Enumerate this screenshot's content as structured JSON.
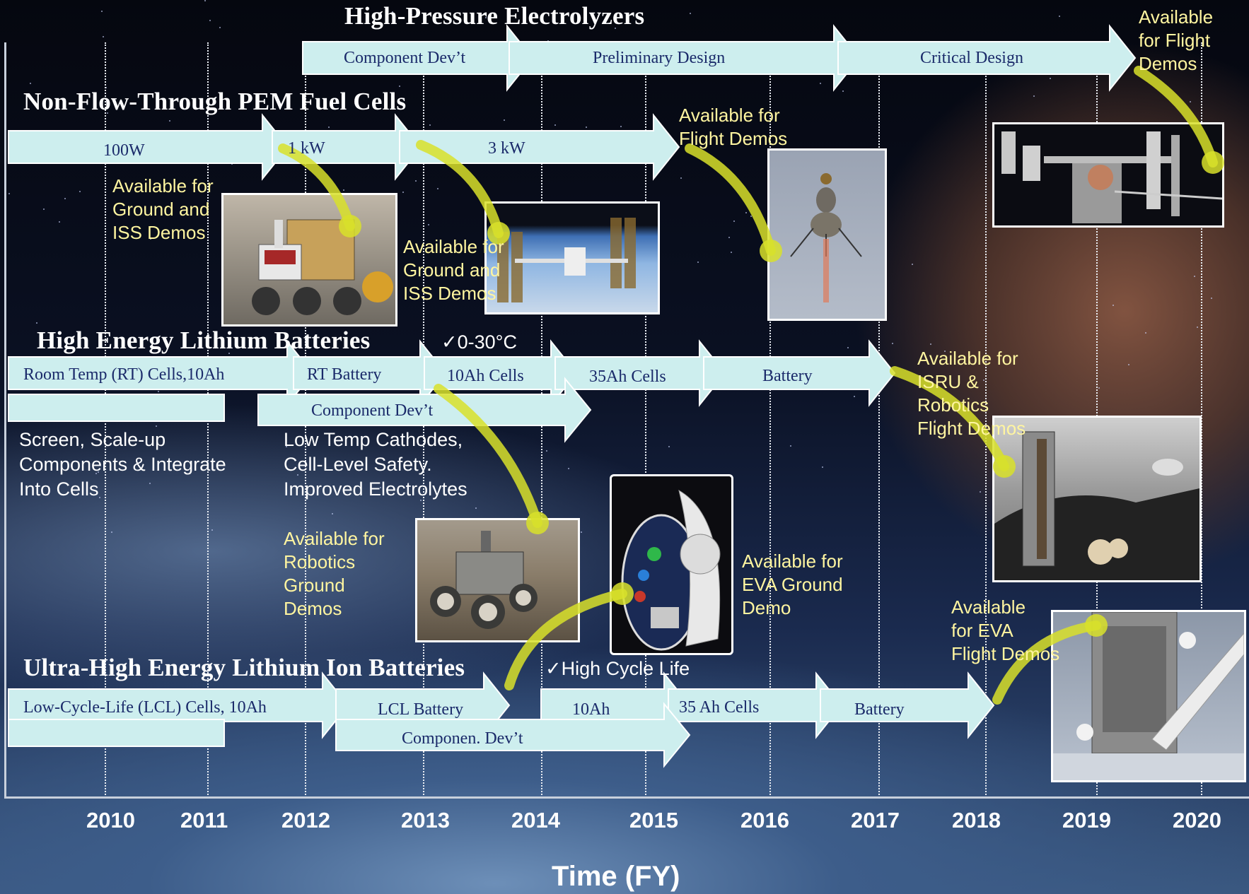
{
  "sections": {
    "electrolyzers": {
      "title": "High-Pressure Electrolyzers",
      "stages": [
        "Component Dev’t",
        "Preliminary Design",
        "Critical Design"
      ],
      "outcome": [
        "Available",
        "for Flight",
        "Demos"
      ]
    },
    "fuel_cells": {
      "title": "Non-Flow-Through PEM Fuel Cells",
      "stages": [
        "100W",
        "1 kW",
        "3 kW"
      ],
      "outcome_ground_iss_1": [
        "Available for",
        "Ground and",
        "ISS Demos"
      ],
      "outcome_ground_iss_2": [
        "Available for",
        "Ground and",
        "ISS Demos"
      ],
      "outcome_flight": [
        "Available for",
        "Flight Demos"
      ]
    },
    "lithium": {
      "title": "High Energy Lithium Batteries",
      "check": "✓0-30°C",
      "stages": [
        "Room Temp (RT) Cells,10Ah",
        "RT Battery",
        "10Ah Cells",
        "35Ah Cells",
        "Battery"
      ],
      "component": "Component Dev’t",
      "note_left": [
        "Screen, Scale-up",
        "Components & Integrate",
        "Into Cells"
      ],
      "note_mid": [
        "Low Temp Cathodes,",
        "Cell-Level Safety.",
        "Improved Electrolytes"
      ],
      "outcome_robotics": [
        "Available for",
        "Robotics",
        "Ground",
        "Demos"
      ],
      "outcome_isru": [
        "Available for",
        "ISRU &",
        "Robotics",
        "Flight Demos"
      ],
      "outcome_eva_ground": [
        "Available for",
        "EVA  Ground",
        "Demo"
      ]
    },
    "ultra": {
      "title": "Ultra-High Energy Lithium Ion Batteries",
      "check": "✓High Cycle Life",
      "stages": [
        "Low-Cycle-Life (LCL) Cells, 10Ah",
        "LCL Battery",
        "10Ah",
        "35 Ah Cells",
        "Battery"
      ],
      "component": "Componen. Dev’t",
      "outcome_eva_flight": [
        "Available",
        "for  EVA",
        "Flight Demos"
      ]
    }
  },
  "axis": {
    "years": [
      "2010",
      "2011",
      "2012",
      "2013",
      "2014",
      "2015",
      "2016",
      "2017",
      "2018",
      "2019",
      "2020"
    ],
    "title": "Time (FY)"
  },
  "colors": {
    "arrow_fill": "#cdeeee",
    "arrow_stroke": "#ffffff",
    "yellow_text": "#fff5a0",
    "curve": "#d8e02a"
  },
  "icons": {
    "rover": "rover-photo",
    "iss": "iss-photo",
    "lander": "lander-photo",
    "station": "space-station-photo",
    "small_rover": "small-rover-photo",
    "spacesuit": "spacesuit-cutaway-image",
    "lunar_base": "lunar-base-photo",
    "hubble": "hubble-eva-photo"
  }
}
